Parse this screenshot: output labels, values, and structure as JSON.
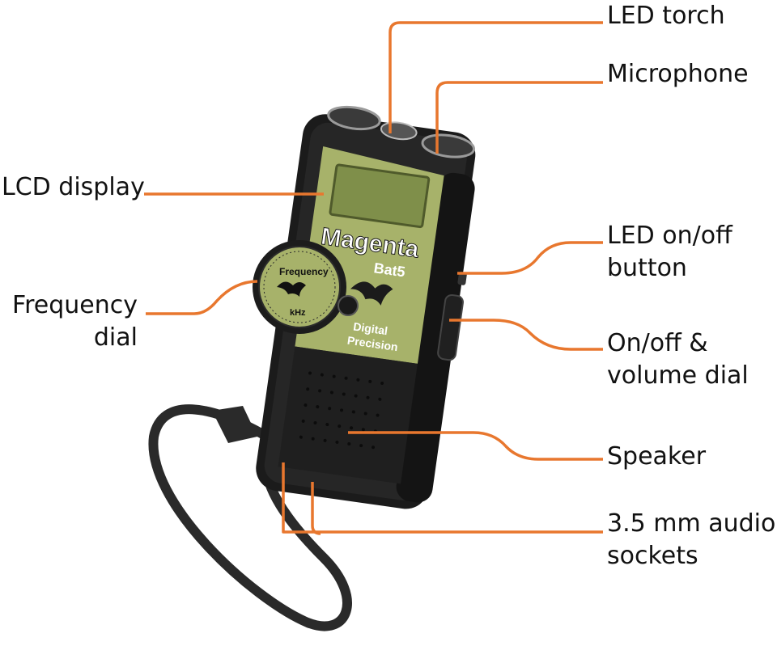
{
  "labels": {
    "led_torch": "LED torch",
    "microphone": "Microphone",
    "lcd_display": "LCD display",
    "frequency_dial": [
      "Frequency",
      "dial"
    ],
    "led_button": [
      "LED on/off",
      "button"
    ],
    "volume_dial": [
      "On/off &",
      "volume dial"
    ],
    "speaker": "Speaker",
    "audio_sockets": [
      "3.5 mm audio",
      "sockets"
    ]
  },
  "device": {
    "brand": "Magenta",
    "model": "Bat5",
    "dial_label": "Frequency",
    "dial_unit": "kHz",
    "panel_text": [
      "Digital",
      "Precision"
    ]
  },
  "colors": {
    "leader_line": "#e8772e",
    "body": "#1b1b1b",
    "panel": "#a7b26a",
    "lcd": "#7f8f4a",
    "text": "#111111"
  }
}
